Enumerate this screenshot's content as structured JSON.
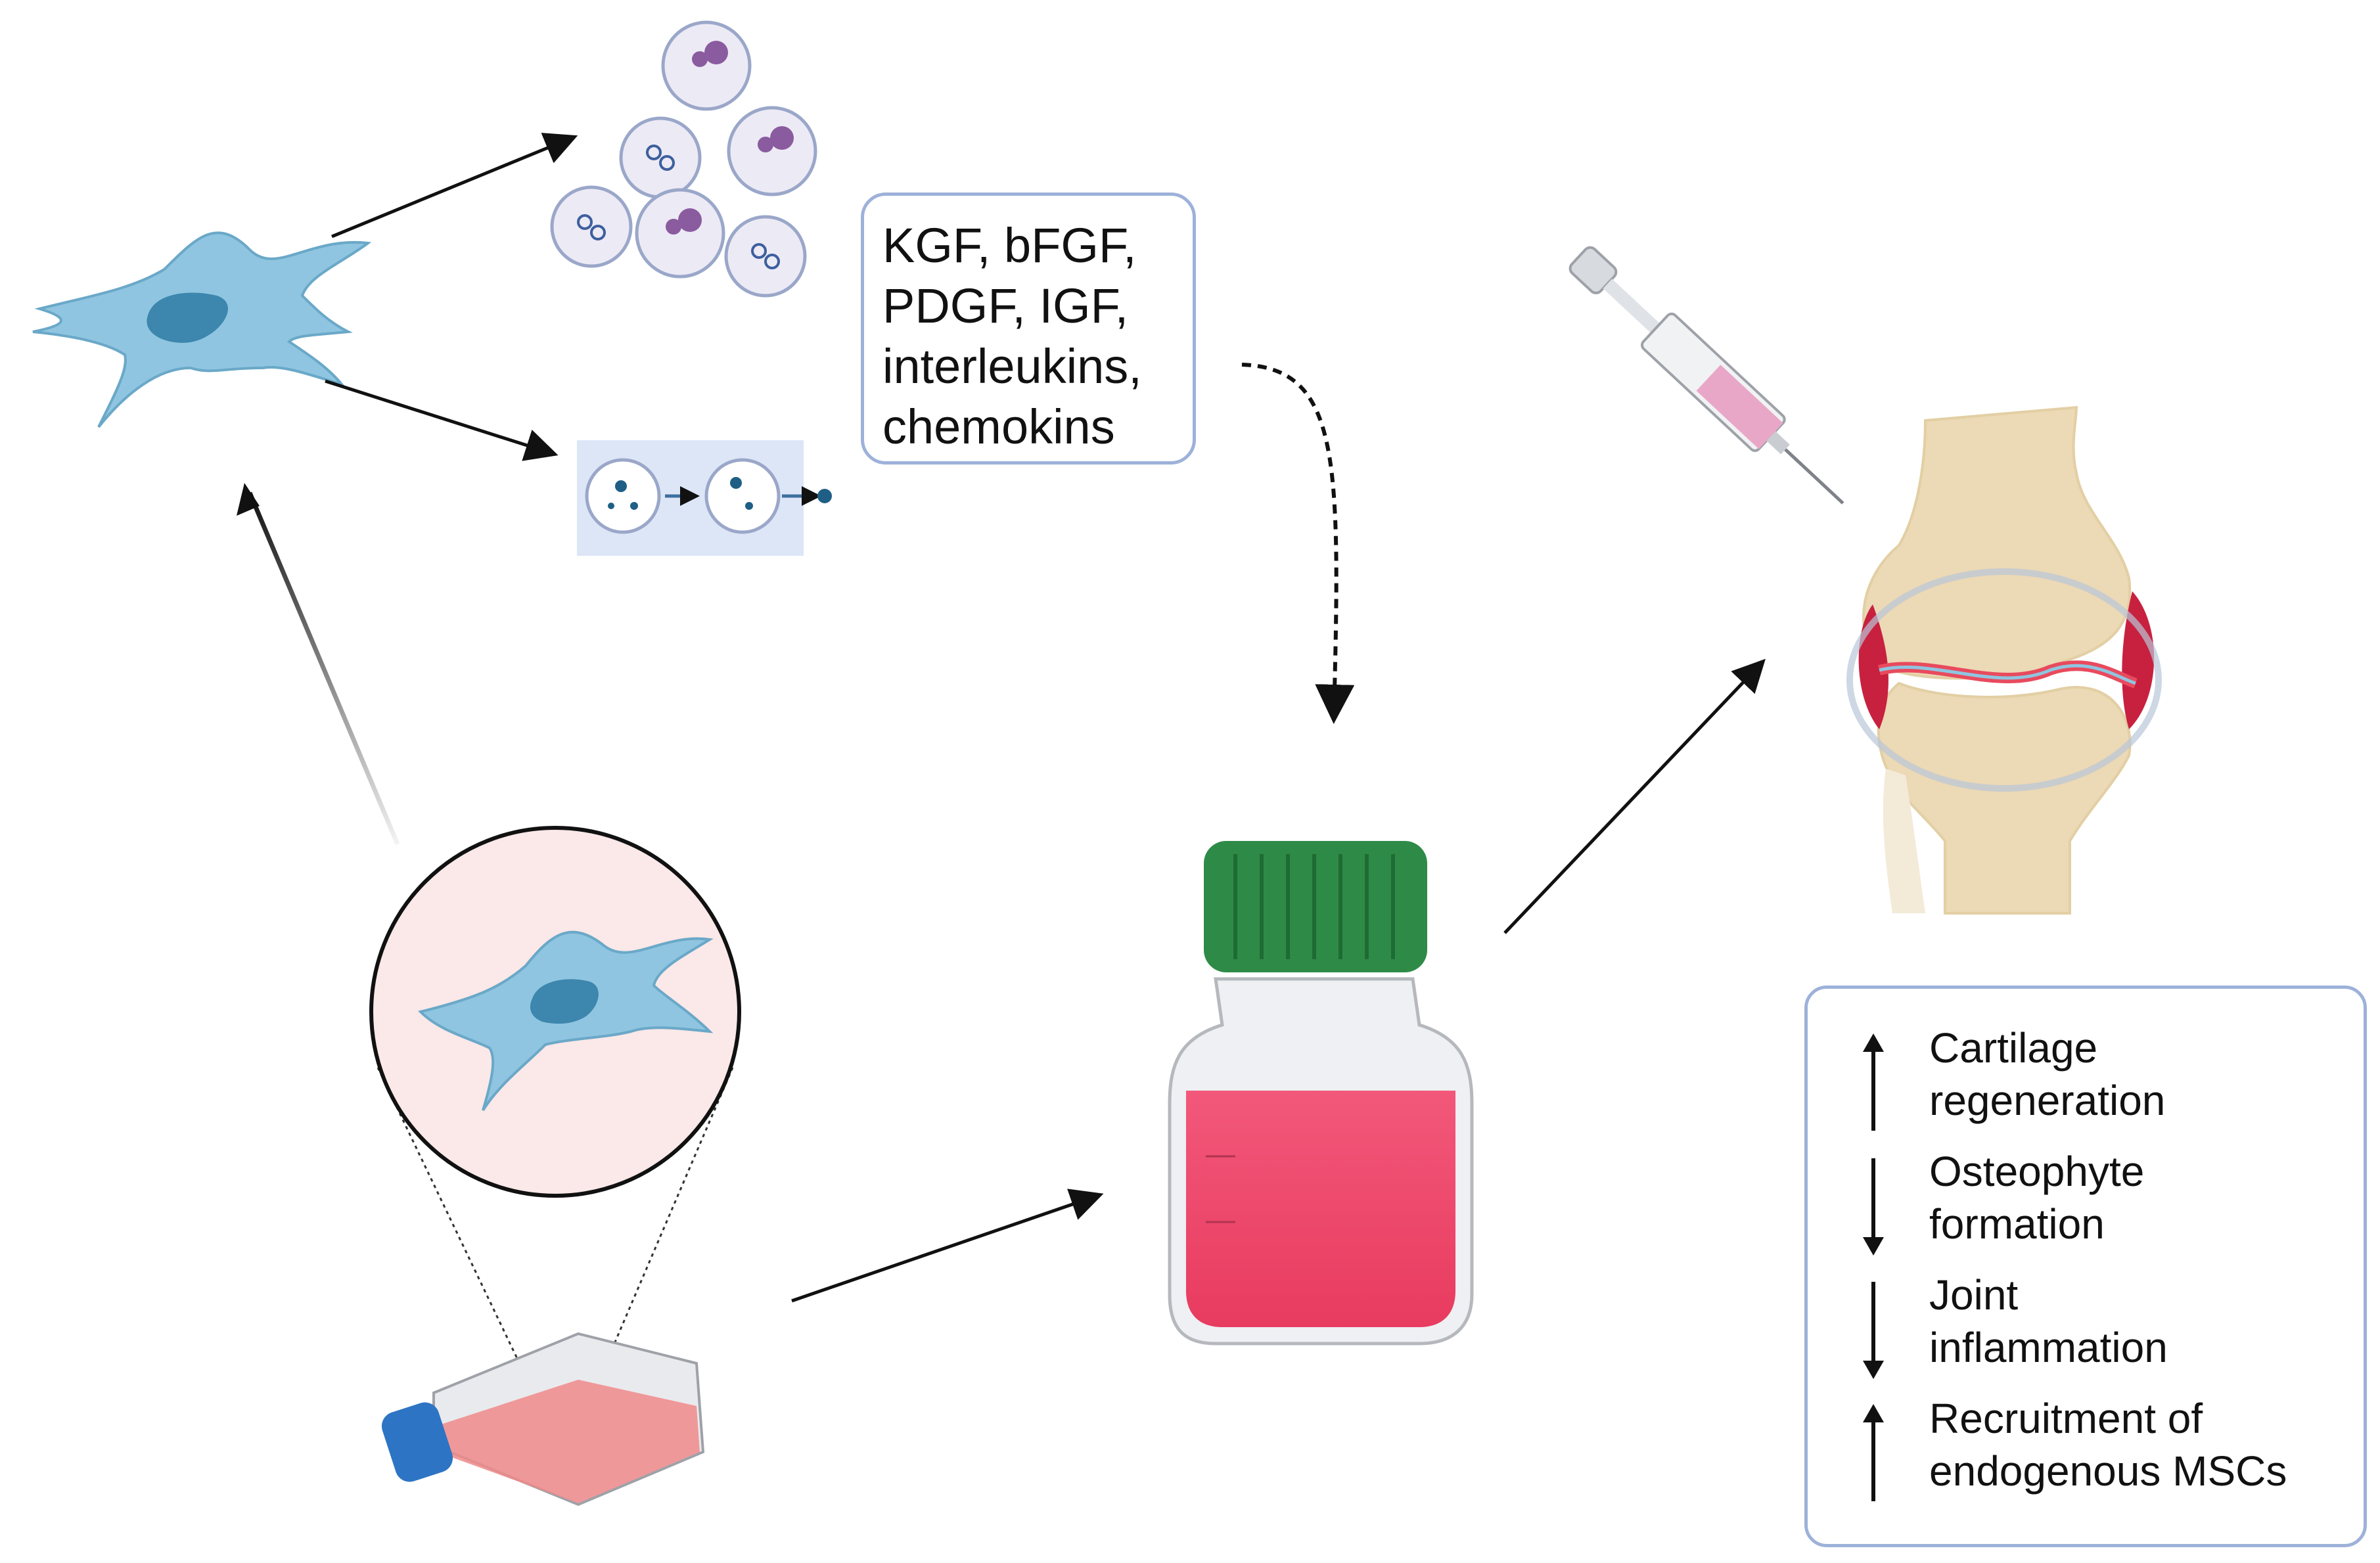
{
  "factors": {
    "lines": [
      "KGF, bFGF,",
      "PDGF, IGF,",
      "interleukins,",
      "chemokins"
    ]
  },
  "outcomes": [
    {
      "direction": "up",
      "lines": [
        "Cartilage",
        "regeneration"
      ]
    },
    {
      "direction": "down",
      "lines": [
        "Osteophyte",
        "formation"
      ]
    },
    {
      "direction": "down",
      "lines": [
        "Joint",
        "inflammation"
      ]
    },
    {
      "direction": "up",
      "lines": [
        "Recruitment of",
        "endogenous MSCs"
      ]
    }
  ],
  "colors": {
    "cell_fill": "#8fc5e0",
    "nucleus": "#3d86ad",
    "medium_red": "#f0506e",
    "cap_green": "#2e8b47",
    "box_border": "#9db1d9",
    "bone": "#ecd9b5"
  }
}
